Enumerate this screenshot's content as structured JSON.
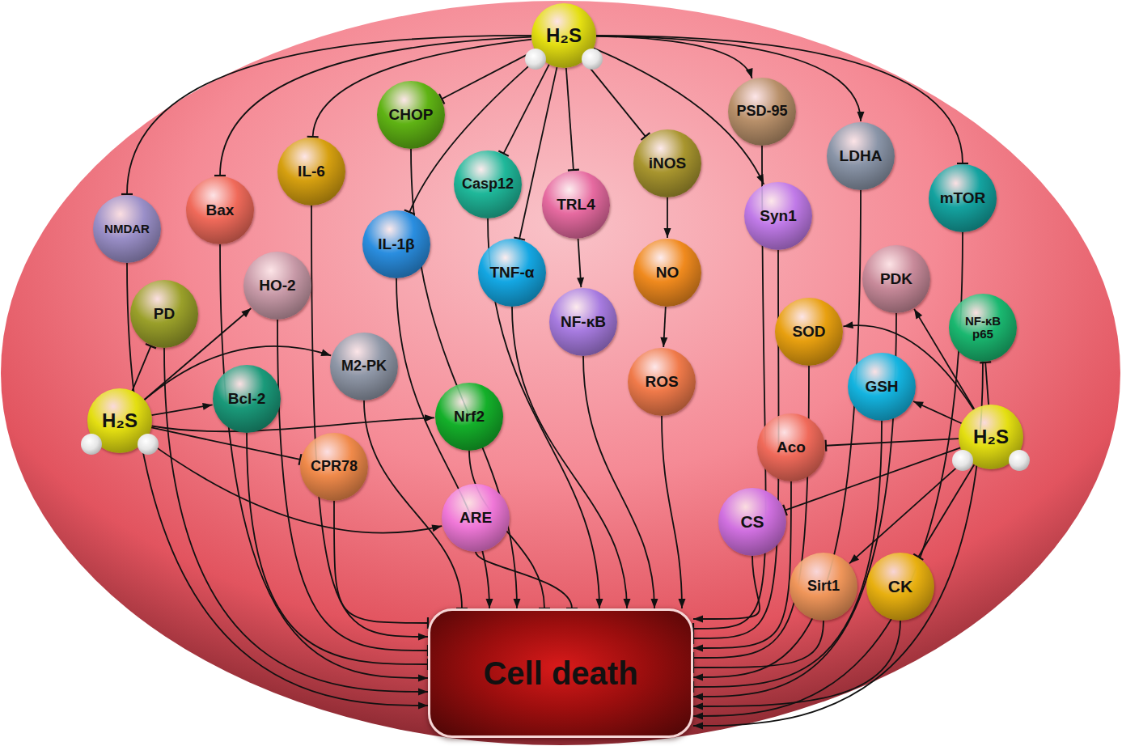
{
  "diagram": {
    "nodes": [
      {
        "text": [
          "H₂S"
        ]
      },
      {
        "text": [
          "CHOP"
        ]
      },
      {
        "text": [
          "PSD-95"
        ]
      },
      {
        "text": [
          "IL-6"
        ]
      },
      {
        "text": [
          "LDHA"
        ]
      },
      {
        "text": [
          "Casp12"
        ]
      },
      {
        "text": [
          "TRL4"
        ]
      },
      {
        "text": [
          "iNOS"
        ]
      },
      {
        "text": [
          "Bax"
        ]
      },
      {
        "text": [
          "NMDAR"
        ]
      },
      {
        "text": [
          "mTOR"
        ]
      },
      {
        "text": [
          "Syn1"
        ]
      },
      {
        "text": [
          "IL-1β"
        ]
      },
      {
        "text": [
          "TNF-α"
        ]
      },
      {
        "text": [
          "NO"
        ]
      },
      {
        "text": [
          "PDK"
        ]
      },
      {
        "text": [
          "HO-2"
        ]
      },
      {
        "text": [
          "PD"
        ]
      },
      {
        "text": [
          "NF-κB"
        ]
      },
      {
        "text": [
          "NF-κB p65"
        ]
      },
      {
        "text": [
          "SOD"
        ]
      },
      {
        "text": [
          "M2-PK"
        ]
      },
      {
        "text": [
          "ROS"
        ]
      },
      {
        "text": [
          "GSH"
        ]
      },
      {
        "text": [
          "H₂S"
        ]
      },
      {
        "text": [
          "Bcl-2"
        ]
      },
      {
        "text": [
          "Nrf2"
        ]
      },
      {
        "text": [
          "H₂S"
        ]
      },
      {
        "text": [
          "Aco"
        ]
      },
      {
        "text": [
          "CPR78"
        ]
      },
      {
        "text": [
          "ARE"
        ]
      },
      {
        "text": [
          "CS"
        ]
      },
      {
        "text": [
          "Sirt1"
        ]
      },
      {
        "text": [
          "CK"
        ]
      },
      {
        "text": [
          "Cell death"
        ]
      }
    ],
    "edges": [
      {
        "from": 0,
        "to": 9,
        "arrow": "to"
      },
      {
        "from": 0,
        "to": 8,
        "arrow": "to"
      },
      {
        "from": 0,
        "to": 3,
        "arrow": "to"
      },
      {
        "from": 0,
        "to": 1,
        "arrow": "to"
      },
      {
        "from": 0,
        "to": 5,
        "arrow": "to"
      },
      {
        "from": 0,
        "to": 12,
        "arrow": "to"
      },
      {
        "from": 0,
        "to": 13,
        "arrow": "to"
      },
      {
        "from": 0,
        "to": 6,
        "arrow": "to"
      },
      {
        "from": 0,
        "to": 7,
        "arrow": "to"
      },
      {
        "from": 0,
        "to": 2,
        "arrow": "to"
      },
      {
        "from": 0,
        "to": 11,
        "arrow": "to"
      },
      {
        "from": 0,
        "to": 4,
        "arrow": "to"
      },
      {
        "from": 0,
        "to": 10,
        "arrow": "to"
      },
      {
        "from": 6,
        "to": 18,
        "arrow": "to"
      },
      {
        "from": 7,
        "to": 14,
        "arrow": "to"
      },
      {
        "from": 14,
        "to": 22,
        "arrow": "to"
      },
      {
        "from": 24,
        "to": 17,
        "arrow": "to"
      },
      {
        "from": 24,
        "to": 16,
        "arrow": "to"
      },
      {
        "from": 24,
        "to": 21,
        "arrow": "to"
      },
      {
        "from": 24,
        "to": 25,
        "arrow": "to"
      },
      {
        "from": 24,
        "to": 26,
        "arrow": "to"
      },
      {
        "from": 24,
        "to": 29,
        "arrow": "to"
      },
      {
        "from": 24,
        "to": 30,
        "arrow": "to"
      },
      {
        "from": 27,
        "to": 15,
        "arrow": "to"
      },
      {
        "from": 27,
        "to": 19,
        "arrow": "to"
      },
      {
        "from": 27,
        "to": 20,
        "arrow": "to"
      },
      {
        "from": 27,
        "to": 23,
        "arrow": "to"
      },
      {
        "from": 27,
        "to": 28,
        "arrow": "to"
      },
      {
        "from": 27,
        "to": 31,
        "arrow": "to"
      },
      {
        "from": 27,
        "to": 32,
        "arrow": "to"
      },
      {
        "from": 27,
        "to": 33,
        "arrow": "to"
      },
      {
        "from": 9,
        "to": 34,
        "arrow": "to"
      },
      {
        "from": 8,
        "to": 34,
        "arrow": "to"
      },
      {
        "from": 3,
        "to": 34,
        "arrow": "to"
      },
      {
        "from": 17,
        "to": 34,
        "arrow": "to"
      },
      {
        "from": 16,
        "to": 34,
        "arrow": "to"
      },
      {
        "from": 1,
        "to": 34,
        "arrow": "to"
      },
      {
        "from": 21,
        "to": 34,
        "arrow": "to"
      },
      {
        "from": 25,
        "to": 34,
        "arrow": "to"
      },
      {
        "from": 29,
        "to": 34,
        "arrow": "to"
      },
      {
        "from": 26,
        "to": 34,
        "arrow": "to"
      },
      {
        "from": 30,
        "to": 34,
        "arrow": "to"
      },
      {
        "from": 12,
        "to": 34,
        "arrow": "to"
      },
      {
        "from": 5,
        "to": 34,
        "arrow": "to"
      },
      {
        "from": 13,
        "to": 34,
        "arrow": "to"
      },
      {
        "from": 18,
        "to": 34,
        "arrow": "to"
      },
      {
        "from": 22,
        "to": 34,
        "arrow": "to"
      },
      {
        "from": 11,
        "to": 34,
        "arrow": "to"
      },
      {
        "from": 2,
        "to": 34,
        "arrow": "to"
      },
      {
        "from": 4,
        "to": 34,
        "arrow": "to"
      },
      {
        "from": 15,
        "to": 34,
        "arrow": "to"
      },
      {
        "from": 20,
        "to": 34,
        "arrow": "to"
      },
      {
        "from": 23,
        "to": 34,
        "arrow": "to"
      },
      {
        "from": 28,
        "to": 34,
        "arrow": "to"
      },
      {
        "from": 31,
        "to": 34,
        "arrow": "to"
      },
      {
        "from": 32,
        "to": 34,
        "arrow": "to"
      },
      {
        "from": 33,
        "to": 34,
        "arrow": "to"
      },
      {
        "from": 10,
        "to": 34,
        "arrow": "to"
      },
      {
        "from": 19,
        "to": 34,
        "arrow": "to"
      }
    ]
  }
}
